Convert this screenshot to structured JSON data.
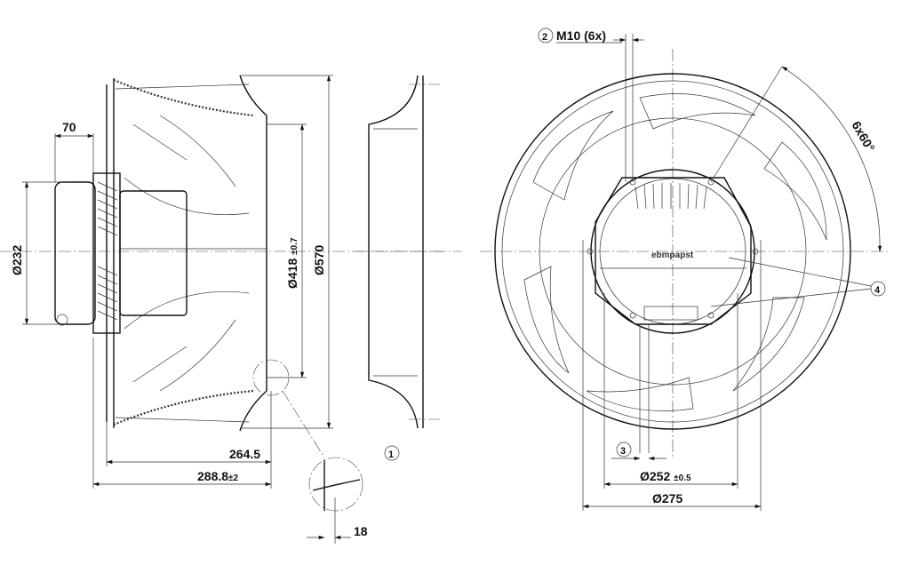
{
  "drawing": {
    "side_view": {
      "dim_70": "70",
      "dim_232": "Ø232",
      "dim_418": "Ø418",
      "dim_418_tol": "±0.7",
      "dim_570": "Ø570",
      "dim_264": "264.5",
      "dim_288": "288.8",
      "dim_288_tol": "±2",
      "dim_18": "18",
      "callout_1": "1"
    },
    "front_view": {
      "callout_2": "2",
      "thread_label": "M10 (6x)",
      "angle_label": "6x60°",
      "callout_3": "3",
      "callout_4": "4",
      "dim_252": "Ø252",
      "dim_252_tol": "±0.5",
      "dim_275": "Ø275",
      "brand_logo": "ebmpapst"
    }
  }
}
